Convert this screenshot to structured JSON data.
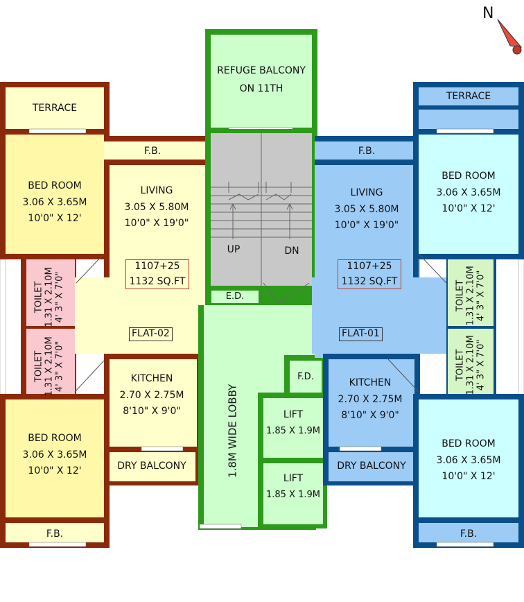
{
  "compass": {
    "letter": "N"
  },
  "colors": {
    "flat02_wall": "#8B2A0B",
    "flat01_wall": "#0B4F8A",
    "core_wall": "#2E9A1C",
    "flat02_fill": "#FFFFCC",
    "flat02_bed": "#FFF8A8",
    "toilet_pink": "#F9C9CF",
    "flat01_living": "#9CCBF5",
    "flat01_bed": "#CCFFFF",
    "toilet_green": "#D5F5C5",
    "core_fill": "#CCFFCC",
    "stair_fill": "#C8C8C8"
  },
  "refuge": {
    "line1": "REFUGE BALCONY",
    "line2": "ON 11TH"
  },
  "core": {
    "up": "UP",
    "dn": "DN",
    "ed": "E.D.",
    "fd": "F.D.",
    "lobby": "1.8M WIDE LOBBY"
  },
  "lifts": [
    {
      "name": "LIFT",
      "size": "1.85 X 1.9M"
    },
    {
      "name": "LIFT",
      "size": "1.85 X 1.9M"
    }
  ],
  "flat02": {
    "tag": "FLAT-02",
    "terrace": "TERRACE",
    "fb_top": "F.B.",
    "fb_bottom": "F.B.",
    "bed_top": {
      "name": "BED ROOM",
      "metric": "3.06 X 3.65M",
      "imperial": "10'0\" X 12'"
    },
    "living": {
      "name": "LIVING",
      "metric": "3.05 X 5.80M",
      "imperial": "10'0\" X 19'0\""
    },
    "area": {
      "line1": "1107+25",
      "line2": "1132 SQ.FT"
    },
    "toilet_top": {
      "name": "TOILET",
      "metric": "1.31 X 2.10M",
      "imperial": "4' 3\" X 7'0\""
    },
    "toilet_bottom": {
      "name": "TOILET",
      "metric": "1.31 X 2.10M",
      "imperial": "4' 3\" X 7'0\""
    },
    "kitchen": {
      "name": "KITCHEN",
      "metric": "2.70 X 2.75M",
      "imperial": "8'10\" X 9'0\""
    },
    "dry_balcony": "DRY BALCONY",
    "bed_bottom": {
      "name": "BED ROOM",
      "metric": "3.06 X 3.65M",
      "imperial": "10'0\" X 12'"
    }
  },
  "flat01": {
    "tag": "FLAT-01",
    "terrace": "TERRACE",
    "fb_top": "F.B.",
    "fb_bottom": "F.B.",
    "bed_top": {
      "name": "BED ROOM",
      "metric": "3.06 X 3.65M",
      "imperial": "10'0\" X 12'"
    },
    "living": {
      "name": "LIVING",
      "metric": "3.05 X 5.80M",
      "imperial": "10'0\" X 19'0\""
    },
    "area": {
      "line1": "1107+25",
      "line2": "1132 SQ.FT"
    },
    "toilet_top": {
      "name": "TOILET",
      "metric": "1.31 X 2.10M",
      "imperial": "4' 3\" X 7'0\""
    },
    "toilet_bottom": {
      "name": "TOILET",
      "metric": "1.31 X 2.10M",
      "imperial": "4' 3\" X 7'0\""
    },
    "kitchen": {
      "name": "KITCHEN",
      "metric": "2.70 X 2.75M",
      "imperial": "8'10\" X 9'0\""
    },
    "dry_balcony": "DRY BALCONY",
    "bed_bottom": {
      "name": "BED ROOM",
      "metric": "3.06 X 3.65M",
      "imperial": "10'0\" X 12'"
    }
  }
}
